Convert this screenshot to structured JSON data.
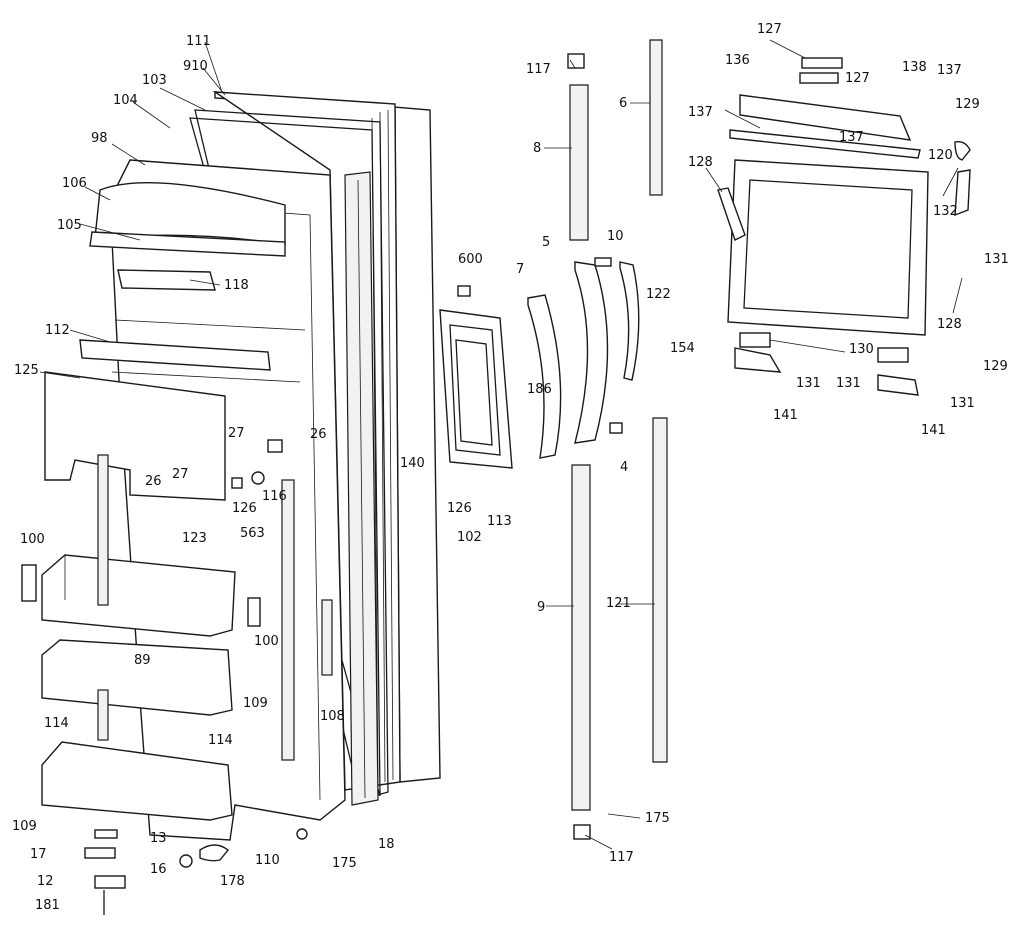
{
  "diagram": {
    "callouts": [
      "111",
      "910",
      "103",
      "104",
      "98",
      "106",
      "105",
      "118",
      "112",
      "125",
      "27",
      "26",
      "26",
      "27",
      "126",
      "116",
      "563",
      "123",
      "100",
      "100",
      "89",
      "109",
      "114",
      "114",
      "108",
      "109",
      "13",
      "17",
      "16",
      "12",
      "181",
      "110",
      "178",
      "175",
      "18",
      "600",
      "140",
      "126",
      "102",
      "113",
      "186",
      "7",
      "5",
      "10",
      "4",
      "117",
      "8",
      "9",
      "117",
      "175",
      "6",
      "122",
      "154",
      "121",
      "127",
      "127",
      "136",
      "138",
      "137",
      "137",
      "137",
      "129",
      "128",
      "120",
      "132",
      "131",
      "128",
      "130",
      "131",
      "131",
      "131",
      "129",
      "141",
      "141"
    ]
  },
  "colors": {
    "ink": "#1a1a1a",
    "paper": "#ffffff"
  }
}
